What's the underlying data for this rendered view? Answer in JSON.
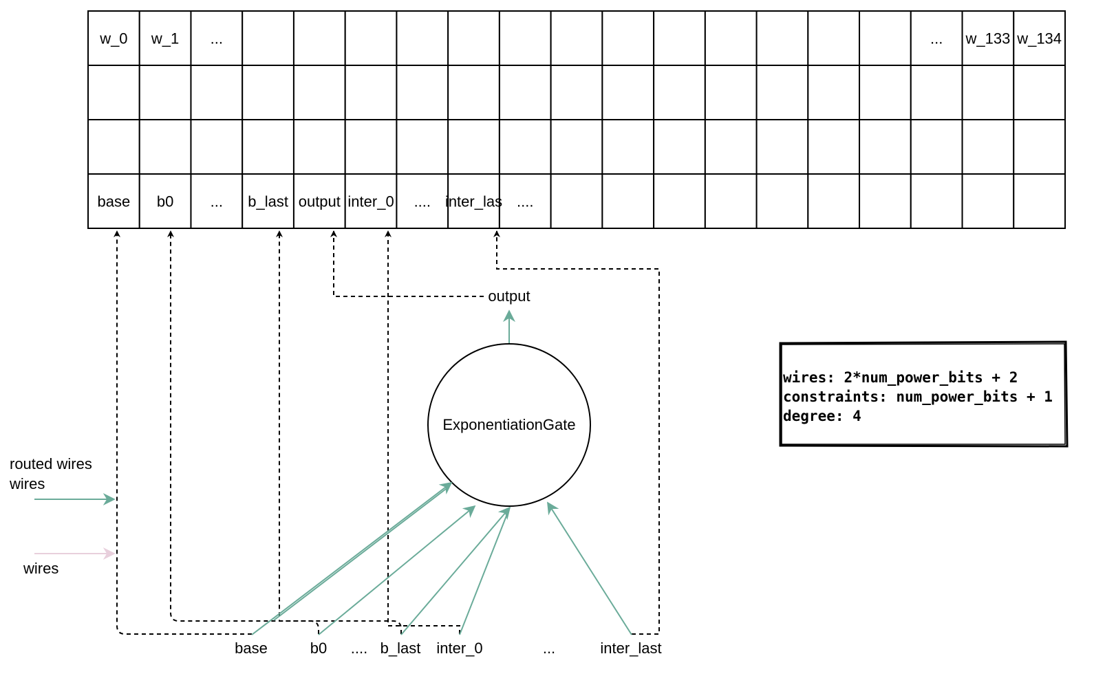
{
  "colors": {
    "routed": "#6aab99",
    "wires": "#e8cfdc",
    "dashed": "#000000",
    "grid": "#000000"
  },
  "grid": {
    "top_row": [
      "w_0",
      "w_1",
      "...",
      "",
      "",
      "",
      "",
      "",
      "",
      "",
      "",
      "",
      "",
      "",
      "",
      "",
      "...",
      "w_133",
      "w_134"
    ],
    "bottom_row": [
      "base",
      "b0",
      "...",
      "b_last",
      "output",
      "inter_0",
      "....",
      "inter_las",
      "....",
      "",
      "",
      "",
      "",
      "",
      "",
      "",
      "",
      "",
      ""
    ]
  },
  "gate": {
    "label": "ExponentiationGate",
    "output_label": "output"
  },
  "inputs": {
    "base": "base",
    "b0": "b0",
    "dots1": "....",
    "b_last": "b_last",
    "inter_0": "inter_0",
    "dots2": "...",
    "inter_last": "inter_last"
  },
  "legend": {
    "routed_line1": "routed wires",
    "routed_line2": "wires",
    "wires": "wires"
  },
  "info": {
    "line1": "wires: 2*num_power_bits + 2",
    "line2": "constraints: num_power_bits + 1",
    "line3": "degree: 4"
  }
}
